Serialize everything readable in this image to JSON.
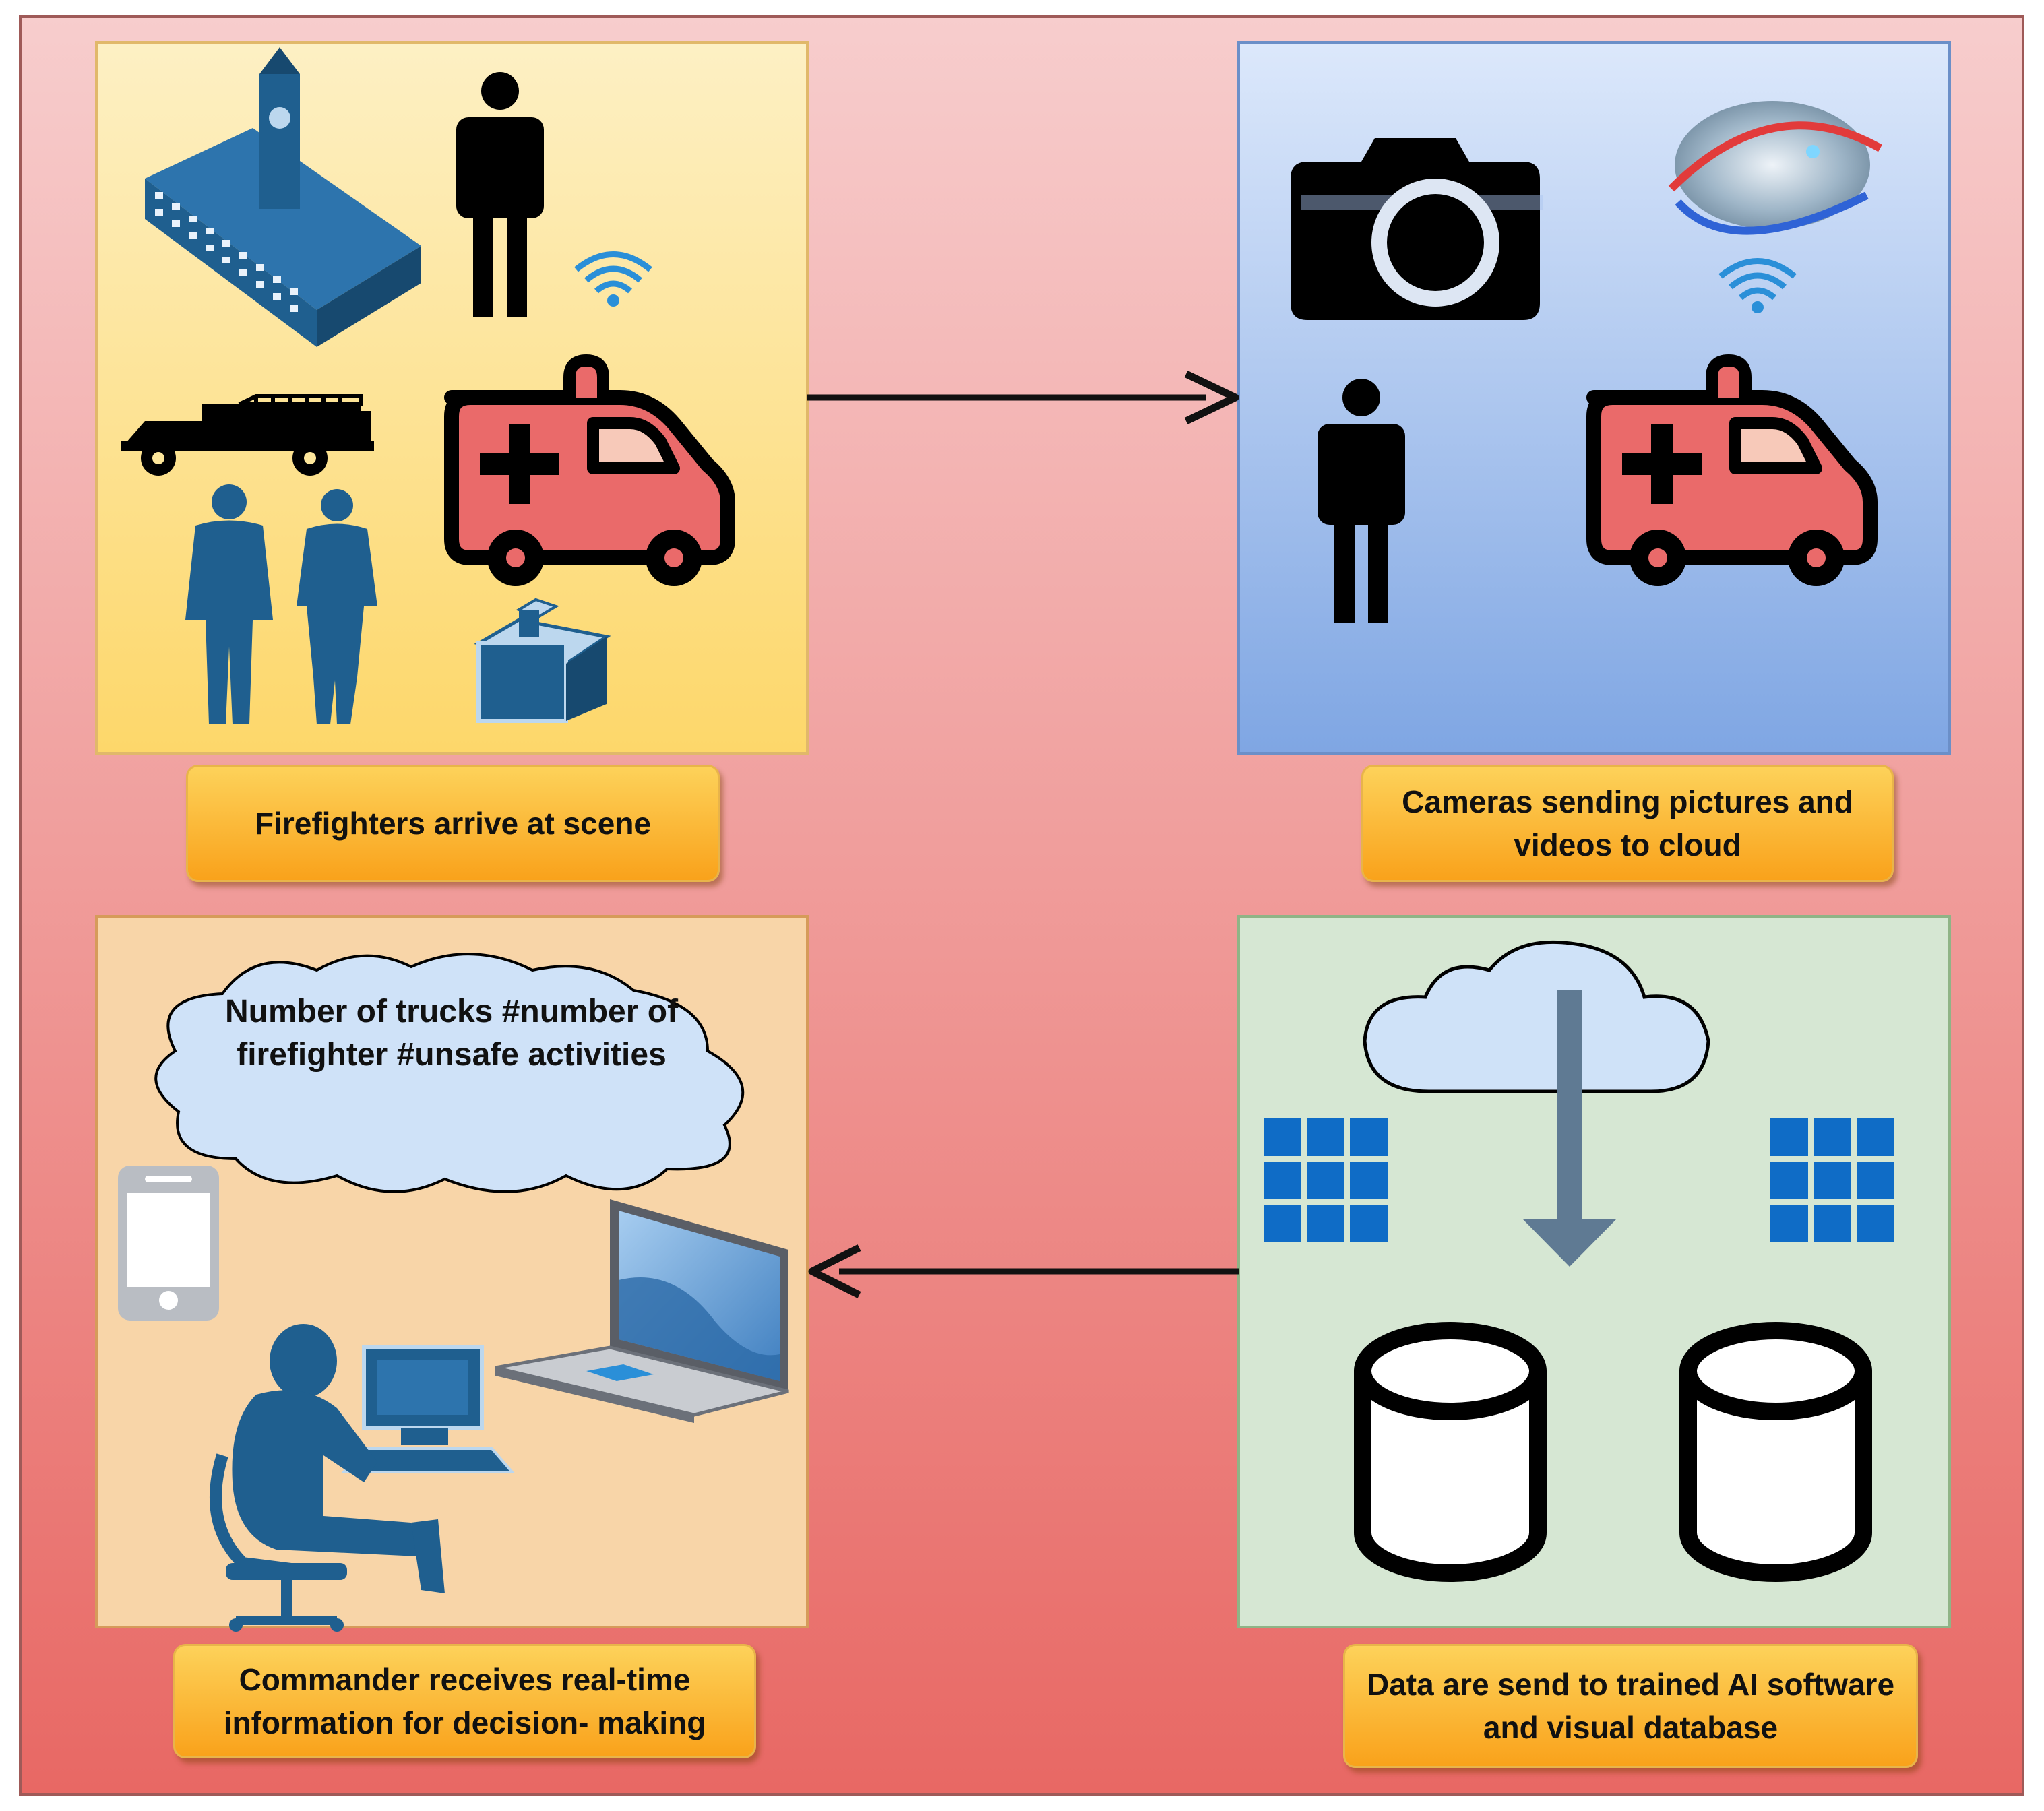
{
  "steps": {
    "arrive": {
      "caption": "Firefighters arrive at scene"
    },
    "cameras": {
      "caption": "Cameras sending pictures and videos to cloud"
    },
    "data": {
      "caption": "Data are send to trained AI software and visual database"
    },
    "commander": {
      "caption": "Commander receives real-time information for decision- making",
      "bubble_text": "Number of trucks #number of firefighter #unsafe activities"
    }
  },
  "colors": {
    "frame_top": "#f7cccc",
    "frame_bottom": "#e86a66",
    "panel_scene": "#fde69b",
    "panel_cameras": "#a9c4ef",
    "panel_commander": "#f8d5a8",
    "panel_data": "#d6e7d3",
    "caption_fill": "#fbb532",
    "icon_blue": "#1f5f8f",
    "ambulance_red": "#ea6a6a",
    "wifi_blue": "#2a8fd8",
    "cloud_fill": "#cfe2f8"
  },
  "icons": {
    "arrive": [
      "building-icon",
      "person-icon",
      "fire-truck-icon",
      "ambulance-icon",
      "wifi-icon",
      "business-people-icon",
      "box-icon"
    ],
    "cameras": [
      "camera-icon",
      "cloud-globe-icon",
      "wifi-icon",
      "person-icon",
      "ambulance-icon"
    ],
    "data": [
      "cloud-icon",
      "down-arrow-icon",
      "grid-icon",
      "database-icon"
    ],
    "commander": [
      "thought-cloud-icon",
      "smartphone-icon",
      "laptop-icon",
      "operator-at-computer-icon"
    ]
  }
}
